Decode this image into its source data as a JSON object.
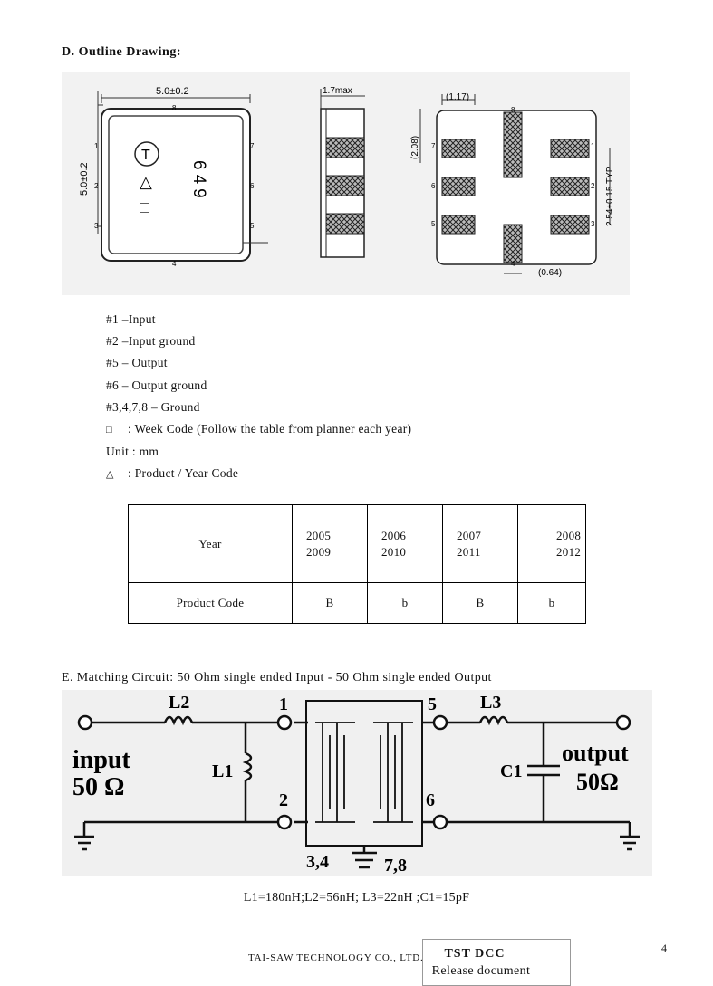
{
  "outline": {
    "title": "D. Outline Drawing:",
    "drawing": {
      "dim_width": "5.0±0.2",
      "dim_height": "5.0±0.2",
      "dim_thickness": "1.7max",
      "dim_pad_width": "(1.17)",
      "dim_pad_length": "(2.08)",
      "dim_pitch": "2.54±0.15 TYP",
      "dim_pad_gap": "(0.64)",
      "marking": "649",
      "pin_numbers": [
        "1",
        "2",
        "3",
        "4",
        "5",
        "6",
        "7",
        "8"
      ]
    },
    "pins": [
      "#1 –Input",
      "#2 –Input ground",
      "#5 – Output",
      "#6 – Output ground",
      "#3,4,7,8 – Ground"
    ],
    "week_symbol": "□",
    "week_text": ": Week Code (Follow the table from planner each year)",
    "unit_text": "Unit : mm",
    "product_symbol": "△",
    "product_text": ": Product / Year Code"
  },
  "year_table": {
    "row1_label": "Year",
    "row2_label": "Product Code",
    "columns": [
      {
        "years": [
          "2005",
          "2009"
        ],
        "code": "B",
        "underline": false
      },
      {
        "years": [
          "2006",
          "2010"
        ],
        "code": "b",
        "underline": false
      },
      {
        "years": [
          "2007",
          "2011"
        ],
        "code": "B",
        "underline": true
      },
      {
        "years": [
          "2008",
          "2012"
        ],
        "code": "b",
        "underline": true
      }
    ]
  },
  "matching": {
    "title": "E. Matching Circuit: 50 Ohm single ended Input - 50 Ohm single ended Output",
    "circuit": {
      "input_label": "input",
      "input_impedance": "50 Ω",
      "output_label": "output",
      "output_impedance": "50Ω",
      "L1": "L1",
      "L2": "L2",
      "L3": "L3",
      "C1": "C1",
      "pin1": "1",
      "pin2": "2",
      "pin5": "5",
      "pin6": "6",
      "ground_left": "3,4",
      "ground_right": "7,8"
    },
    "values": "L1=180nH;L2=56nH; L3=22nH ;C1=15pF"
  },
  "footer": {
    "page_number": "4",
    "company": "TAI-SAW TECHNOLOGY CO., LTD.",
    "dcc_line1": "TST DCC",
    "dcc_line2": "Release document"
  }
}
